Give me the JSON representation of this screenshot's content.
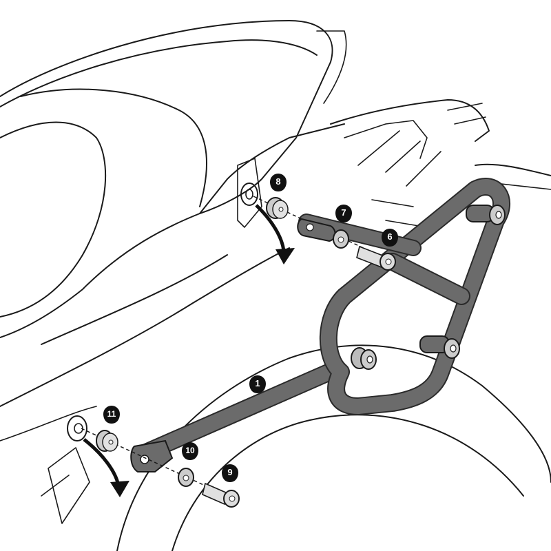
{
  "diagram": {
    "type": "exploded assembly illustration",
    "subject": "motorcycle rear side rack mounting",
    "colors": {
      "line": "#1a1a1a",
      "part_fill": "#6b6b6b",
      "part_light": "#c8c8c8",
      "callout_bg": "#111111",
      "callout_text": "#ffffff",
      "background": "#ffffff"
    },
    "callouts": [
      {
        "id": "1",
        "label": "1",
        "part": "side rack arm / frame"
      },
      {
        "id": "6",
        "label": "6",
        "part": "bolt (upper)"
      },
      {
        "id": "7",
        "label": "7",
        "part": "washer (upper)"
      },
      {
        "id": "8",
        "label": "8",
        "part": "spacer (upper)"
      },
      {
        "id": "9",
        "label": "9",
        "part": "bolt (lower)"
      },
      {
        "id": "10",
        "label": "10",
        "part": "washer (lower)"
      },
      {
        "id": "11",
        "label": "11",
        "part": "spacer (lower)"
      }
    ],
    "arrows": [
      {
        "name": "upper-remove-arrow",
        "direction": "down"
      },
      {
        "name": "lower-remove-arrow",
        "direction": "down"
      }
    ]
  }
}
